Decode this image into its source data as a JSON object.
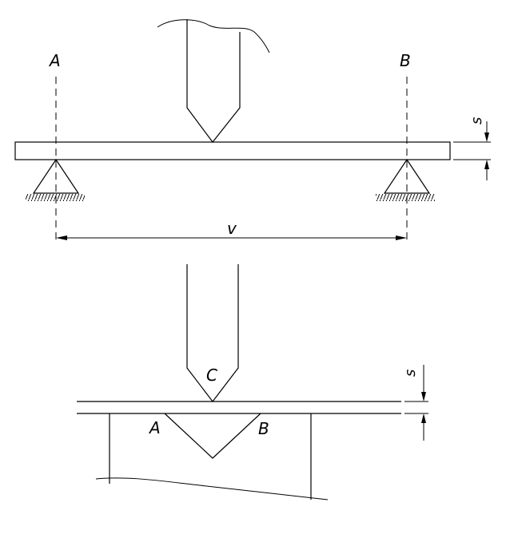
{
  "labels": {
    "top_support_left": "A",
    "top_support_right": "B",
    "top_span": "v",
    "top_thickness": "s",
    "bottom_punch_tip": "C",
    "bottom_die_left": "A",
    "bottom_die_right": "B",
    "bottom_thickness": "s"
  },
  "colors": {
    "line": "#000000",
    "background": "#ffffff"
  }
}
